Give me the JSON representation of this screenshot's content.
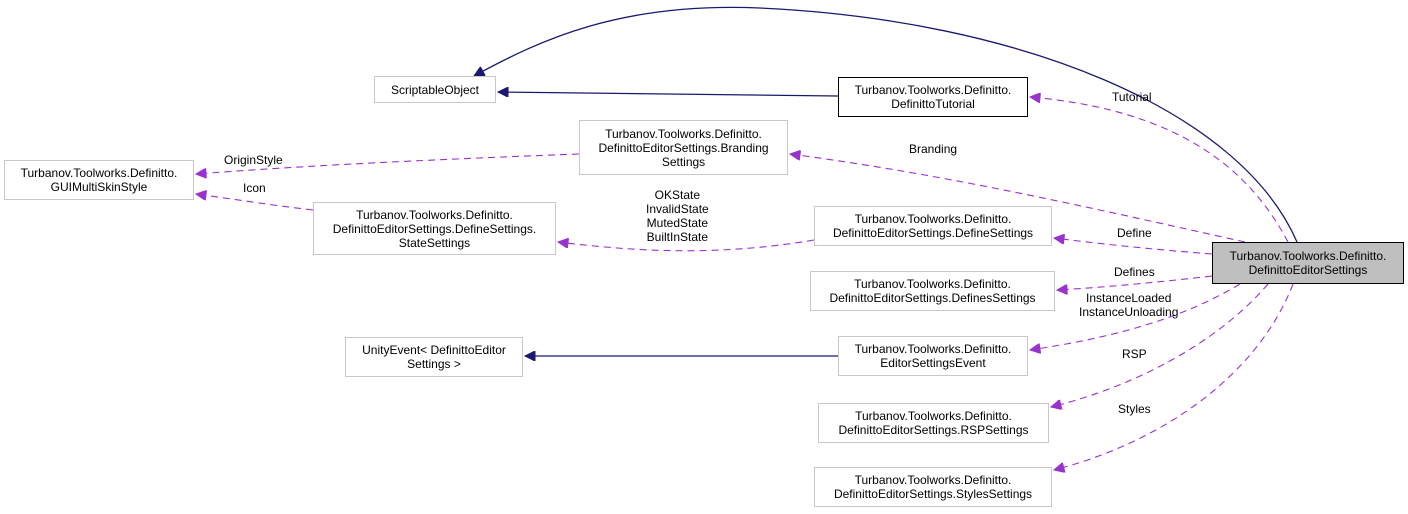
{
  "nodes": {
    "scriptable_object": "ScriptableObject",
    "tutorial_class": "Turbanov.Toolworks.Definitto.\nDefinittoTutorial",
    "branding_settings": "Turbanov.Toolworks.Definitto.\nDefinittoEditorSettings.Branding\nSettings",
    "gui_multiskin_style": "Turbanov.Toolworks.Definitto.\nGUIMultiSkinStyle",
    "state_settings": "Turbanov.Toolworks.Definitto.\nDefinittoEditorSettings.DefineSettings.\nStateSettings",
    "define_settings": "Turbanov.Toolworks.Definitto.\nDefinittoEditorSettings.DefineSettings",
    "defines_settings": "Turbanov.Toolworks.Definitto.\nDefinittoEditorSettings.DefinesSettings",
    "unity_event": "UnityEvent< DefinittoEditor\nSettings >",
    "editor_settings_event": "Turbanov.Toolworks.Definitto.\nEditorSettingsEvent",
    "rsp_settings": "Turbanov.Toolworks.Definitto.\nDefinittoEditorSettings.RSPSettings",
    "styles_settings": "Turbanov.Toolworks.Definitto.\nDefinittoEditorSettings.StylesSettings",
    "editor_settings": "Turbanov.Toolworks.Definitto.\nDefinittoEditorSettings"
  },
  "edge_labels": {
    "tutorial": "Tutorial",
    "branding": "Branding",
    "origin_style": "OriginStyle",
    "icon": "Icon",
    "states": "OKState\nInvalidState\nMutedState\nBuiltInState",
    "define": "Define",
    "defines": "Defines",
    "instance_events": "InstanceLoaded\nInstanceUnloading",
    "rsp": "RSP",
    "styles": "Styles"
  },
  "colors": {
    "inheritance": "#191970",
    "usage": "#9a32cd",
    "focus_fill": "#bfbfbf"
  }
}
